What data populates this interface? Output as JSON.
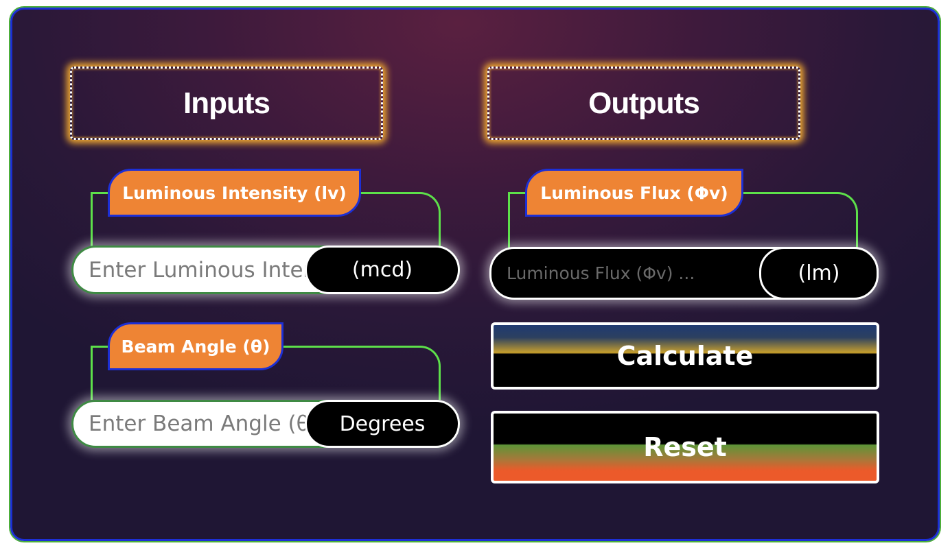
{
  "inputs_section": {
    "title": "Inputs",
    "luminous_intensity": {
      "label": "Luminous Intensity (lv)",
      "placeholder": "Enter Luminous Intensity (lv)",
      "value": "",
      "unit": "(mcd)"
    },
    "beam_angle": {
      "label": "Beam Angle (θ)",
      "placeholder": "Enter Beam Angle (θ)",
      "value": "",
      "unit": "Degrees"
    }
  },
  "outputs_section": {
    "title": "Outputs",
    "luminous_flux": {
      "label": "Luminous Flux (Φv)",
      "placeholder": "Luminous Flux (Φv) ...",
      "value": "",
      "unit": "(lm)"
    }
  },
  "buttons": {
    "calculate": "Calculate",
    "reset": "Reset"
  },
  "colors": {
    "tab": "#ee8434",
    "tab_border": "#1c2fd6",
    "bracket": "#5de04a",
    "glow": "#f0a830"
  }
}
